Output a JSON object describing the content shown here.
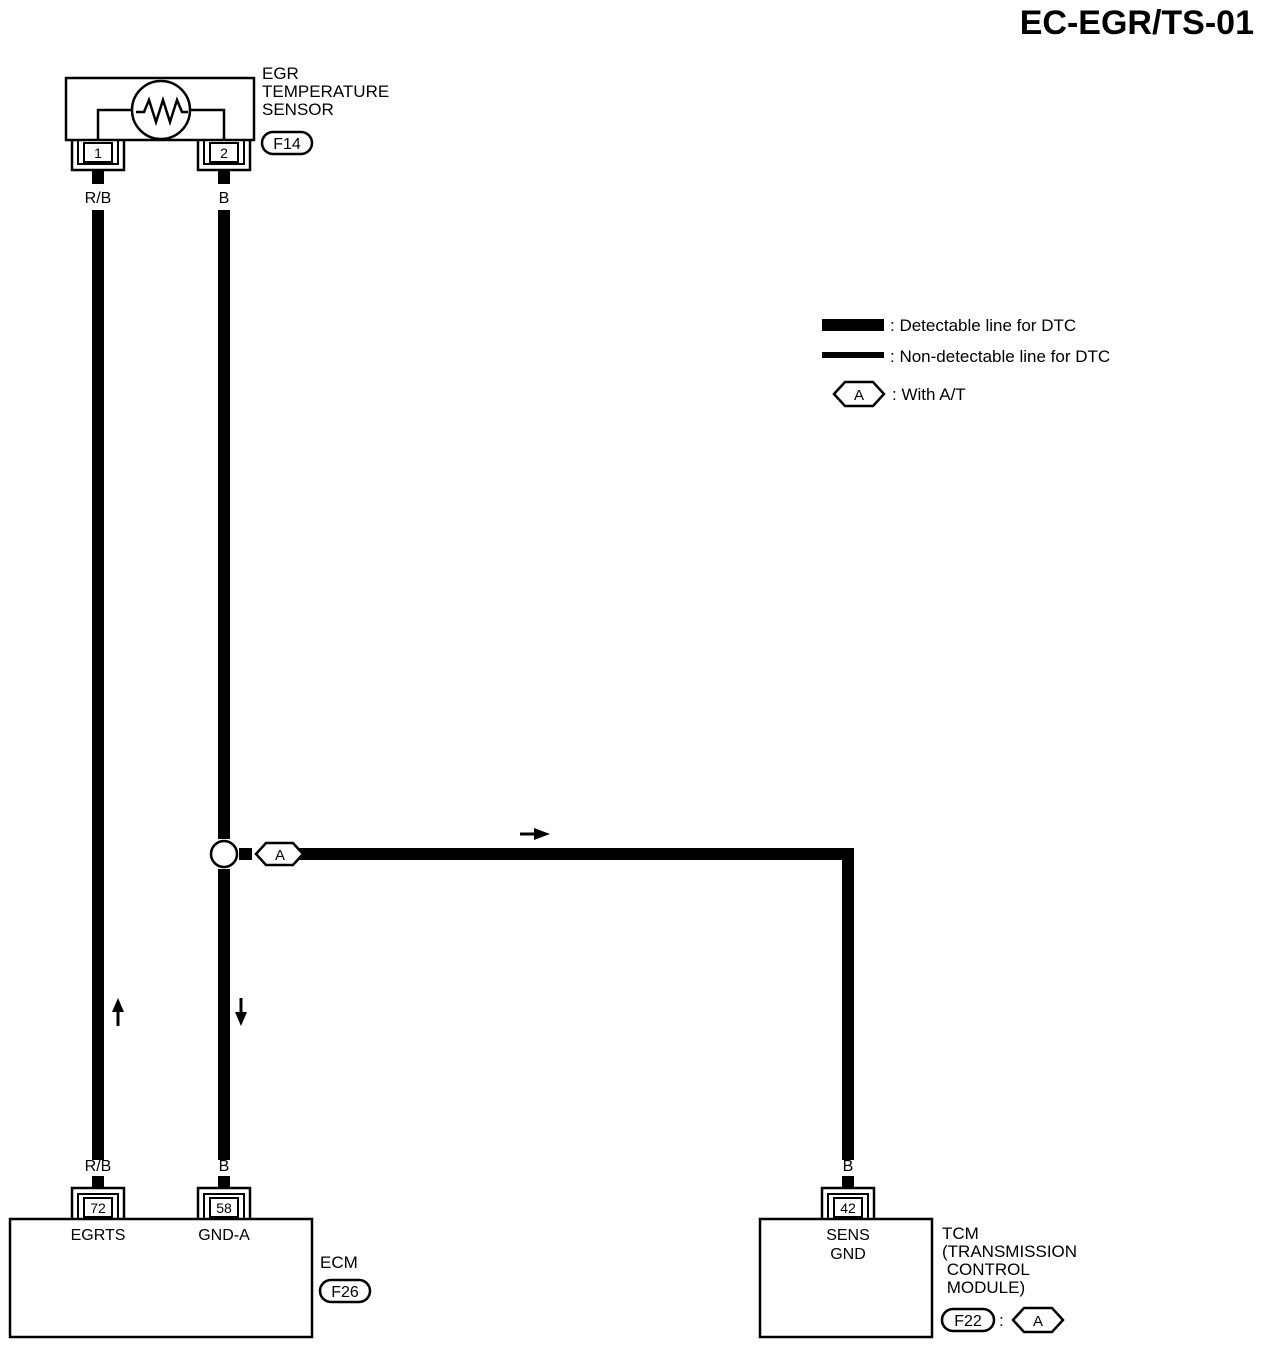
{
  "title": "EC-EGR/TS-01",
  "egr_sensor": {
    "name_lines": [
      "EGR",
      "TEMPERATURE",
      "SENSOR"
    ],
    "connector": "F14",
    "pins": [
      "1",
      "2"
    ],
    "wire_colors": [
      "R/B",
      "B"
    ]
  },
  "legend": {
    "detectable": ": Detectable line for DTC",
    "non_detectable": ": Non-detectable line for DTC",
    "option_code": "A",
    "option_text": ": With A/T"
  },
  "splice": {
    "option_code": "A"
  },
  "ecm": {
    "name": "ECM",
    "connector": "F26",
    "pins": [
      "72",
      "58"
    ],
    "pin_labels": [
      "EGRTS",
      "GND-A"
    ],
    "wire_colors": [
      "R/B",
      "B"
    ]
  },
  "tcm": {
    "name_lines": [
      "TCM",
      "(TRANSMISSION",
      " CONTROL",
      " MODULE)"
    ],
    "connector": "F22",
    "colon": ":",
    "option_code": "A",
    "pin": "42",
    "pin_label_lines": [
      "SENS",
      "GND"
    ],
    "wire_color": "B"
  },
  "colors": {
    "ink": "#000000",
    "paper": "#ffffff"
  }
}
